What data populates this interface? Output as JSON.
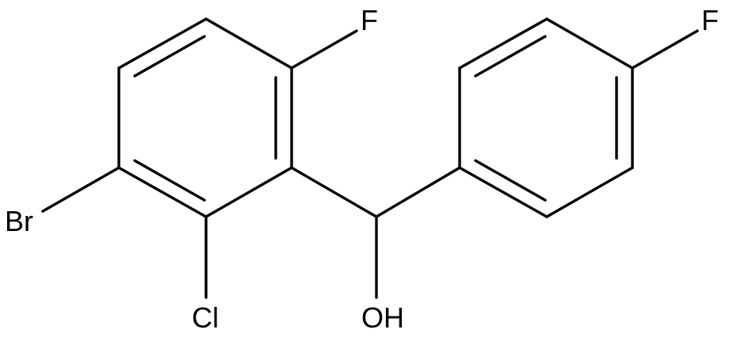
{
  "molecule": {
    "atoms": {
      "br": "Br",
      "cl": "Cl",
      "f_ring1": "F",
      "f_ring2": "F",
      "oh": "OH"
    }
  },
  "colors": {
    "bond": "#000000",
    "text": "#000000",
    "background": "#ffffff"
  }
}
